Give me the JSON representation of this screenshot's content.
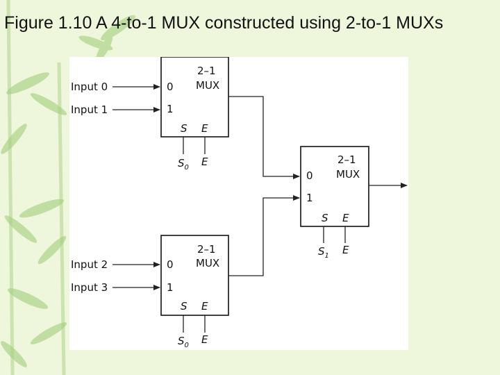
{
  "slide": {
    "title": "Figure 1.10 A 4-to-1 MUX constructed using 2-to-1 MUXs"
  },
  "diagram": {
    "inputs": [
      "Input 0",
      "Input 1",
      "Input 2",
      "Input 3"
    ],
    "mux_label_line1": "2–1",
    "mux_label_line2": "MUX",
    "port_0": "0",
    "port_1": "1",
    "port_s": "S",
    "port_e": "E",
    "select_s0": "S",
    "select_s0_sub": "0",
    "select_s1": "S",
    "select_s1_sub": "1",
    "enable": "E"
  },
  "colors": {
    "background": "#eef6dc",
    "panel": "#ffffff",
    "line": "#111111",
    "leaf": "#8cc063"
  }
}
